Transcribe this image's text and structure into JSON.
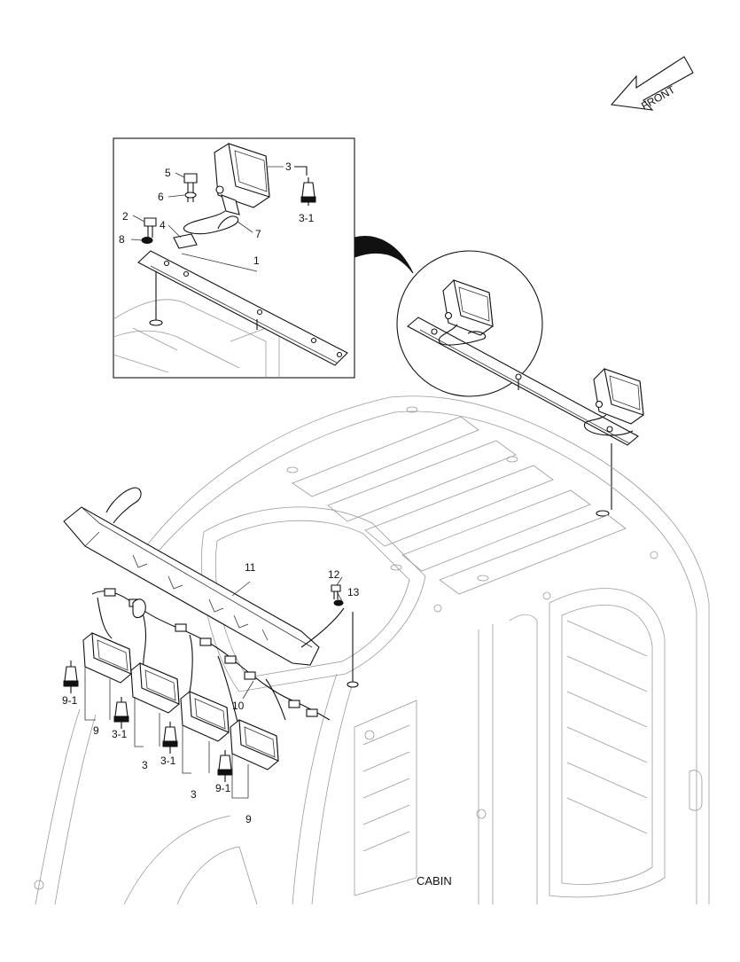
{
  "orientation": {
    "front_label": "FRONT"
  },
  "caption": "CABIN",
  "colors": {
    "line": "#111111",
    "ghost_line": "#9a9a9a",
    "background": "#ffffff"
  },
  "callouts": {
    "p1": "1",
    "p2": "2",
    "p3_inset": "3",
    "p3_1_inset": "3-1",
    "p4": "4",
    "p5": "5",
    "p6": "6",
    "p7": "7",
    "p8": "8",
    "p9_left": "9",
    "p9_1_left": "9-1",
    "p3_1_a": "3-1",
    "p3_a": "3",
    "p3_1_b": "3-1",
    "p3_b": "3",
    "p9_1_right": "9-1",
    "p9_right": "9",
    "p10": "10",
    "p11": "11",
    "p12": "12",
    "p13": "13"
  }
}
